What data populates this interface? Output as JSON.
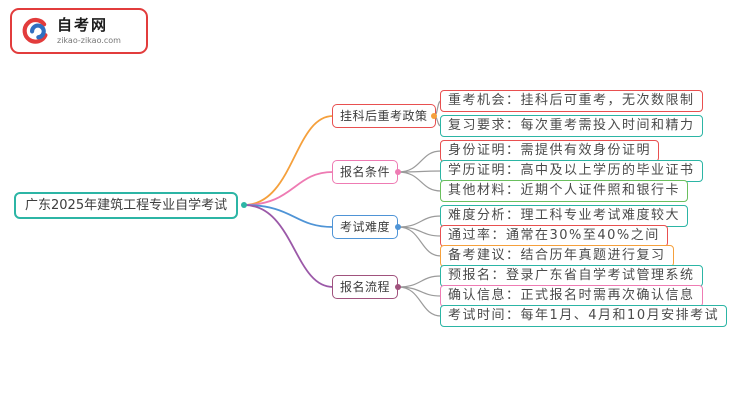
{
  "site": {
    "name": "自考网",
    "url": "zikao-zikao.com",
    "logo_colors": {
      "red": "#e23c3c",
      "blue": "#2f6fc1"
    }
  },
  "palette": {
    "teal": "#2cb5a5",
    "red": "#e85050",
    "orange": "#f5a03c",
    "pink": "#ee7bb3",
    "blue": "#4f94d6",
    "maroon": "#a0527d",
    "purple": "#9b59a8",
    "green": "#6abf5e",
    "leaf_link_gray": "#9b9b9b"
  },
  "mindmap": {
    "root": {
      "label": "广东2025年建筑工程专业自学考试",
      "border_color": "#2cb5a5"
    },
    "leaf_link_color": "#9b9b9b",
    "branches": [
      {
        "label": "挂科后重考政策",
        "border_color": "#e85050",
        "link_color": "#f5a03c",
        "dot_color": "#f5a03c",
        "children": [
          {
            "label": "重考机会：挂科后可重考，无次数限制",
            "border_color": "#e85050"
          },
          {
            "label": "复习要求：每次重考需投入时间和精力",
            "border_color": "#2cb5a5"
          }
        ]
      },
      {
        "label": "报名条件",
        "border_color": "#ee7bb3",
        "link_color": "#ee7bb3",
        "dot_color": "#ee7bb3",
        "children": [
          {
            "label": "身份证明：需提供有效身份证明",
            "border_color": "#e85050"
          },
          {
            "label": "学历证明：高中及以上学历的毕业证书",
            "border_color": "#2cb5a5"
          },
          {
            "label": "其他材料：近期个人证件照和银行卡",
            "border_color": "#6abf5e"
          }
        ]
      },
      {
        "label": "考试难度",
        "border_color": "#4f94d6",
        "link_color": "#4f94d6",
        "dot_color": "#4f94d6",
        "children": [
          {
            "label": "难度分析：理工科专业考试难度较大",
            "border_color": "#2cb5a5"
          },
          {
            "label": "通过率：通常在30%至40%之间",
            "border_color": "#e85050"
          },
          {
            "label": "备考建议：结合历年真题进行复习",
            "border_color": "#f5a03c"
          }
        ]
      },
      {
        "label": "报名流程",
        "border_color": "#a0527d",
        "link_color": "#9b59a8",
        "dot_color": "#a0527d",
        "children": [
          {
            "label": "预报名：登录广东省自学考试管理系统",
            "border_color": "#2cb5a5"
          },
          {
            "label": "确认信息：正式报名时需再次确认信息",
            "border_color": "#ee7bb3"
          },
          {
            "label": "考试时间：每年1月、4月和10月安排考试",
            "border_color": "#2cb5a5"
          }
        ]
      }
    ]
  }
}
